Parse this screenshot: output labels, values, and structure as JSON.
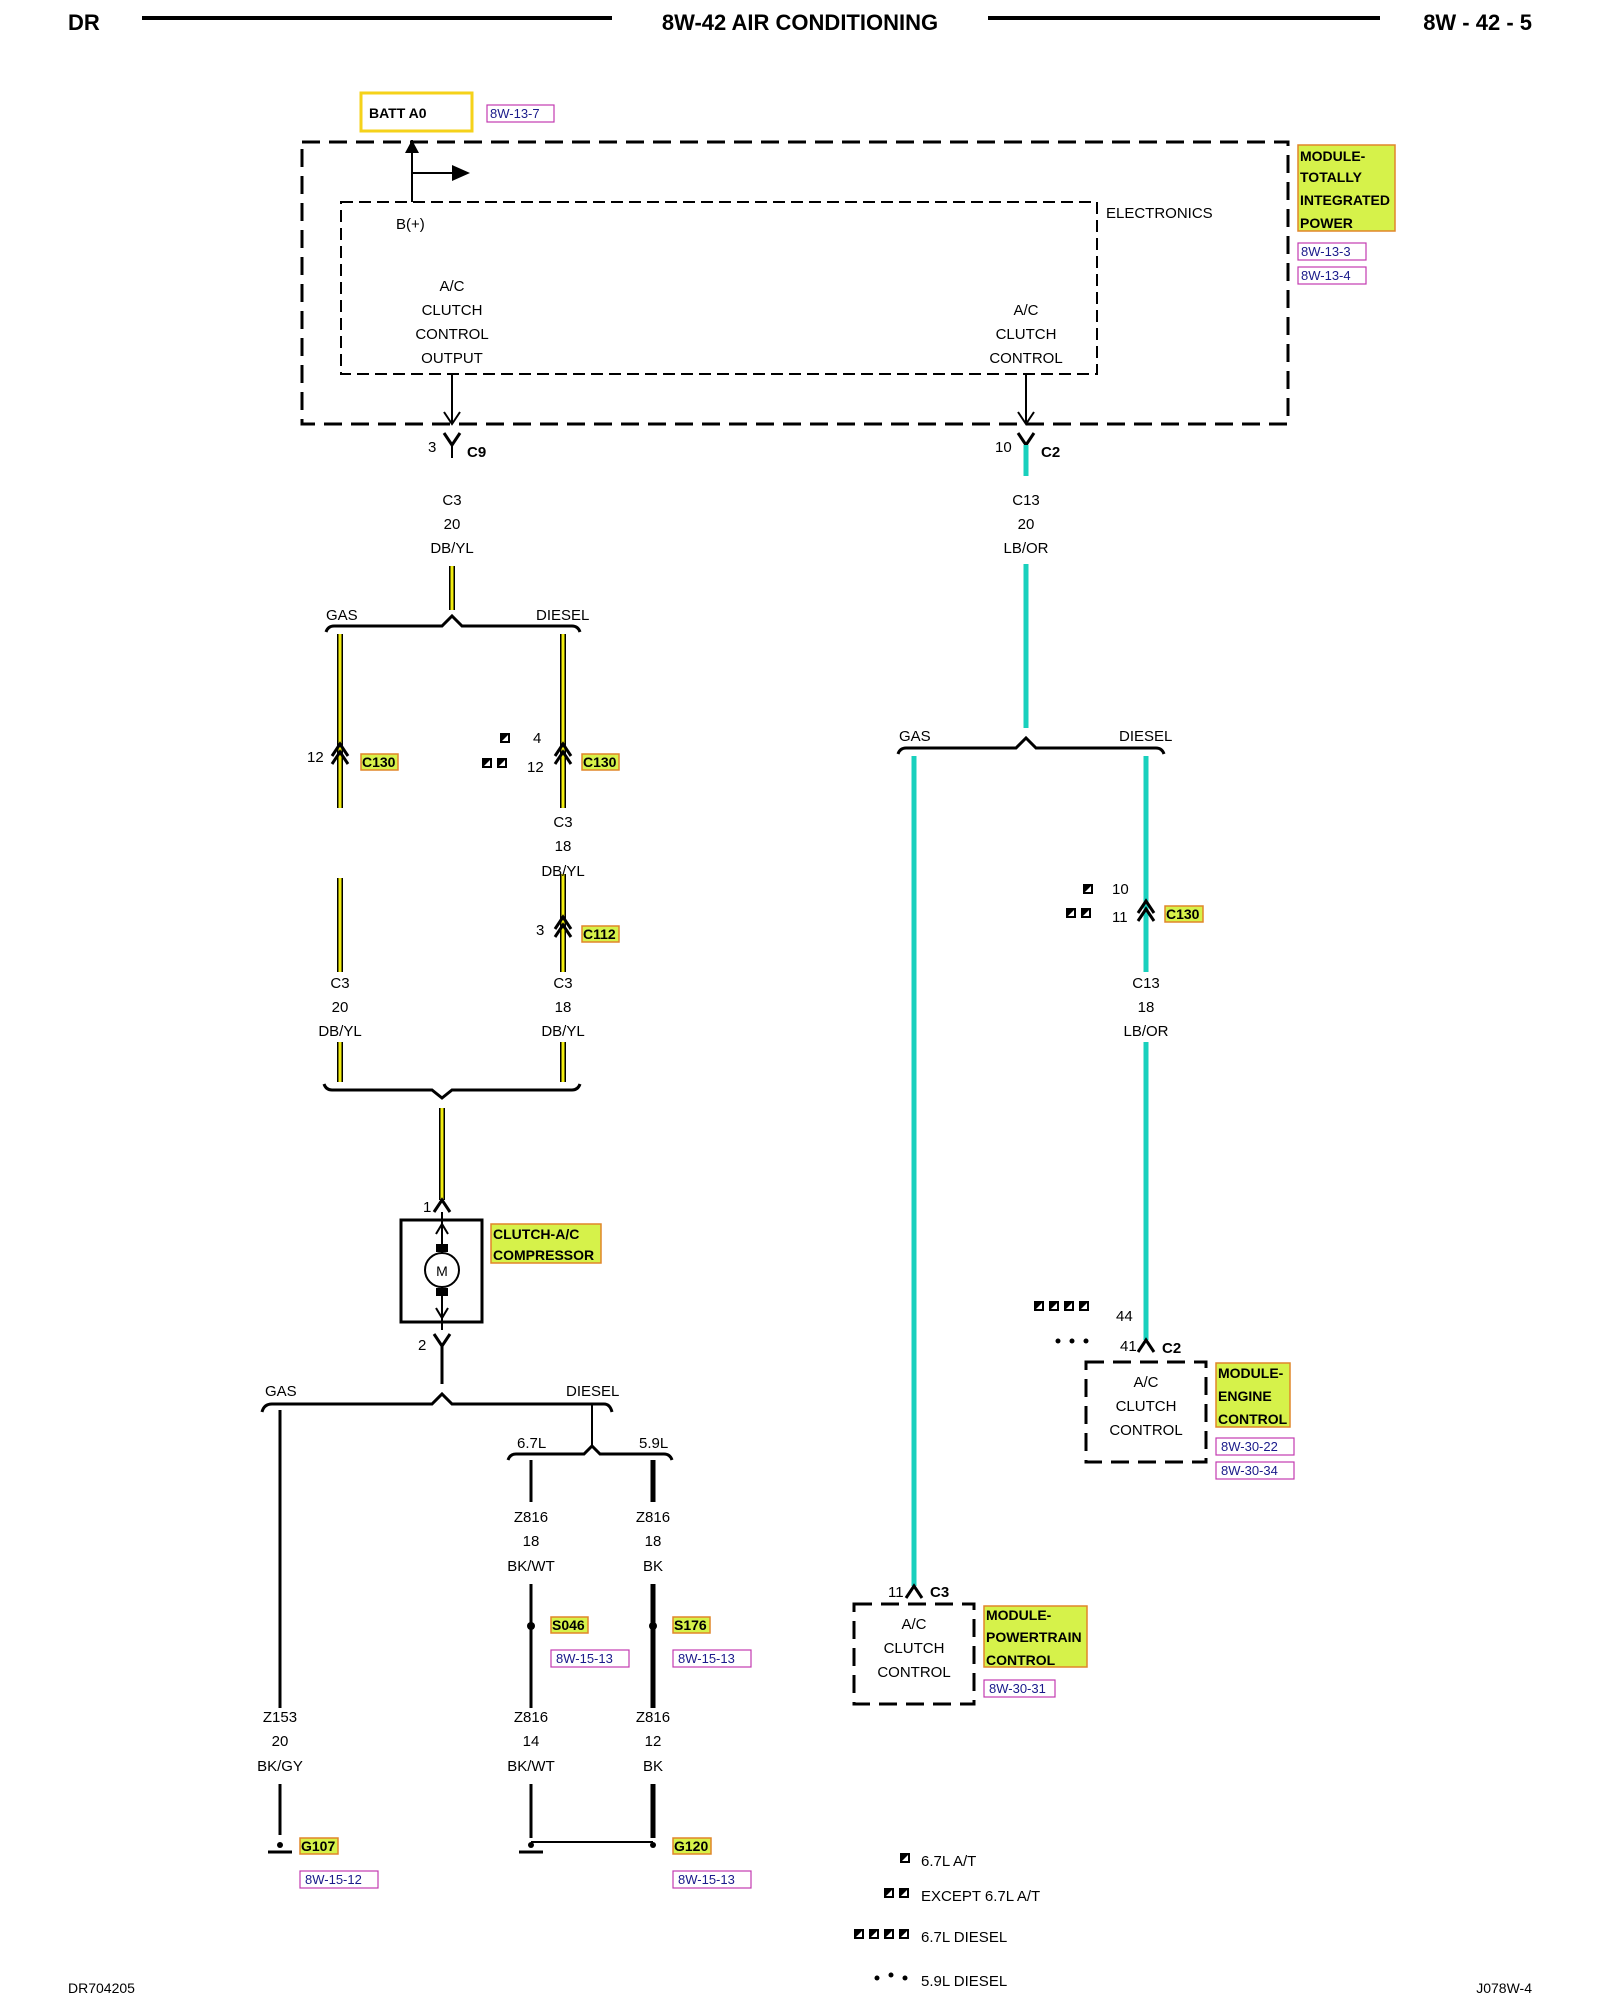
{
  "header": {
    "left": "DR",
    "title": "8W-42 AIR CONDITIONING",
    "page": "8W - 42 - 5"
  },
  "footer": {
    "left": "DR704205",
    "right": "J078W-4"
  },
  "tipm": {
    "name_lines": [
      "MODULE-",
      "TOTALLY",
      "INTEGRATED",
      "POWER"
    ],
    "refs": [
      "8W-13-3",
      "8W-13-4"
    ],
    "batt_label": "BATT A0",
    "batt_ref": "8W-13-7",
    "bplus": "B(+)",
    "electronics": "ELECTRONICS",
    "output_lines": [
      "A/C",
      "CLUTCH",
      "CONTROL",
      "OUTPUT"
    ],
    "control_lines": [
      "A/C",
      "CLUTCH",
      "CONTROL"
    ]
  },
  "left_circuit": {
    "pin_c9": "3",
    "conn_c9": "C9",
    "wire_top": [
      "C3",
      "20",
      "DB/YL"
    ],
    "gas": "GAS",
    "diesel": "DIESEL",
    "gas_pin_c130": "12",
    "c130": "C130",
    "diesel_pin_a": "4",
    "diesel_pin_b": "12",
    "wire_diesel_mid": [
      "C3",
      "18",
      "DB/YL"
    ],
    "c112_pin": "3",
    "c112": "C112",
    "wire_gas_bot": [
      "C3",
      "20",
      "DB/YL"
    ],
    "wire_diesel_bot": [
      "C3",
      "18",
      "DB/YL"
    ],
    "comp_pin1": "1",
    "comp_pin2": "2",
    "motor_label": "M",
    "comp_name": [
      "CLUTCH-A/C",
      "COMPRESSOR"
    ]
  },
  "ground_circuit": {
    "gas": "GAS",
    "diesel": "DIESEL",
    "v67": "6.7L",
    "v59": "5.9L",
    "wire_67_top": [
      "Z816",
      "18",
      "BK/WT"
    ],
    "wire_59_top": [
      "Z816",
      "18",
      "BK"
    ],
    "splice_s046": "S046",
    "splice_s176": "S176",
    "ref_s046": "8W-15-13",
    "ref_s176": "8W-15-13",
    "wire_gas": [
      "Z153",
      "20",
      "BK/GY"
    ],
    "wire_67_bot": [
      "Z816",
      "14",
      "BK/WT"
    ],
    "wire_59_bot": [
      "Z816",
      "12",
      "BK"
    ],
    "g107": "G107",
    "g107_ref": "8W-15-12",
    "g120": "G120",
    "g120_ref": "8W-15-13"
  },
  "right_circuit": {
    "pin_c2": "10",
    "conn_c2": "C2",
    "wire_top": [
      "C13",
      "20",
      "LB/OR"
    ],
    "gas": "GAS",
    "diesel": "DIESEL",
    "c130_pin_a": "10",
    "c130_pin_b": "11",
    "c130": "C130",
    "wire_diesel": [
      "C13",
      "18",
      "LB/OR"
    ],
    "ecm_pin_a": "44",
    "ecm_pin_b": "41",
    "ecm_conn": "C2",
    "ecm_box": [
      "A/C",
      "CLUTCH",
      "CONTROL"
    ],
    "ecm_name": [
      "MODULE-",
      "ENGINE",
      "CONTROL"
    ],
    "ecm_refs": [
      "8W-30-22",
      "8W-30-34"
    ],
    "pcm_pin": "11",
    "pcm_conn": "C3",
    "pcm_box": [
      "A/C",
      "CLUTCH",
      "CONTROL"
    ],
    "pcm_name": [
      "MODULE-",
      "POWERTRAIN",
      "CONTROL"
    ],
    "pcm_ref": "8W-30-31"
  },
  "legend": [
    {
      "symbol": "single-square",
      "label": "6.7L A/T"
    },
    {
      "symbol": "double-square",
      "label": "EXCEPT 6.7L A/T"
    },
    {
      "symbol": "quad-square",
      "label": "6.7L DIESEL"
    },
    {
      "symbol": "triple-dot",
      "label": "5.9L DIESEL"
    }
  ],
  "colors": {
    "db_yl_wire": "#f2ee10",
    "lb_or_wire": "#19d0bd",
    "highlight": "#d6f24a",
    "highlight_border": "#e0862a",
    "ref_border": "#c33bb0"
  }
}
